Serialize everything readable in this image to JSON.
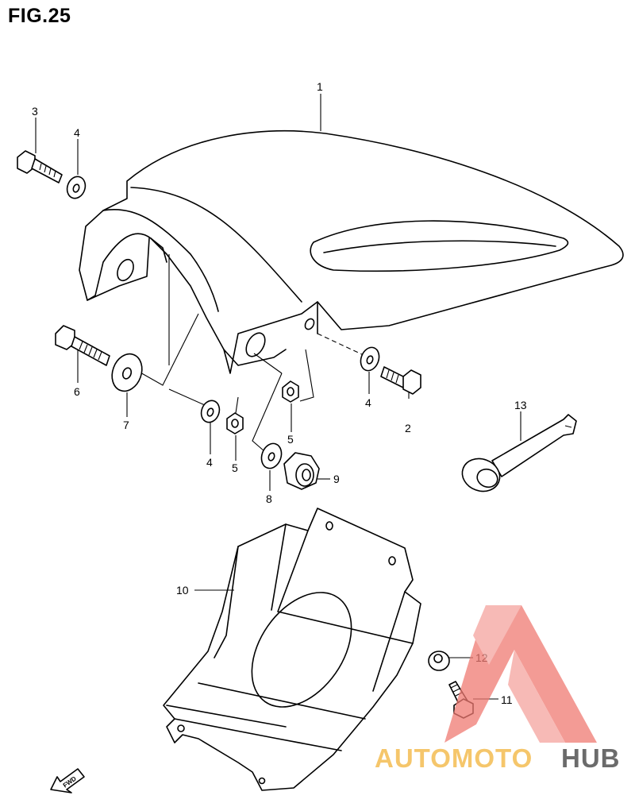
{
  "figure": {
    "title": "FIG.25"
  },
  "callouts": {
    "c1": "1",
    "c2": "2",
    "c3": "3",
    "c4a": "4",
    "c4b": "4",
    "c4c": "4",
    "c5a": "5",
    "c5b": "5",
    "c6": "6",
    "c7": "7",
    "c8": "8",
    "c9": "9",
    "c10": "10",
    "c11": "11",
    "c12": "12",
    "c13": "13"
  },
  "fwd_label": "FWD",
  "watermark": {
    "part1": "AUTOMOTO",
    "part2": "HUB",
    "colors": {
      "triangle": "#f07a72",
      "light": "#f2b33a",
      "dark": "#3a3a3a"
    }
  }
}
